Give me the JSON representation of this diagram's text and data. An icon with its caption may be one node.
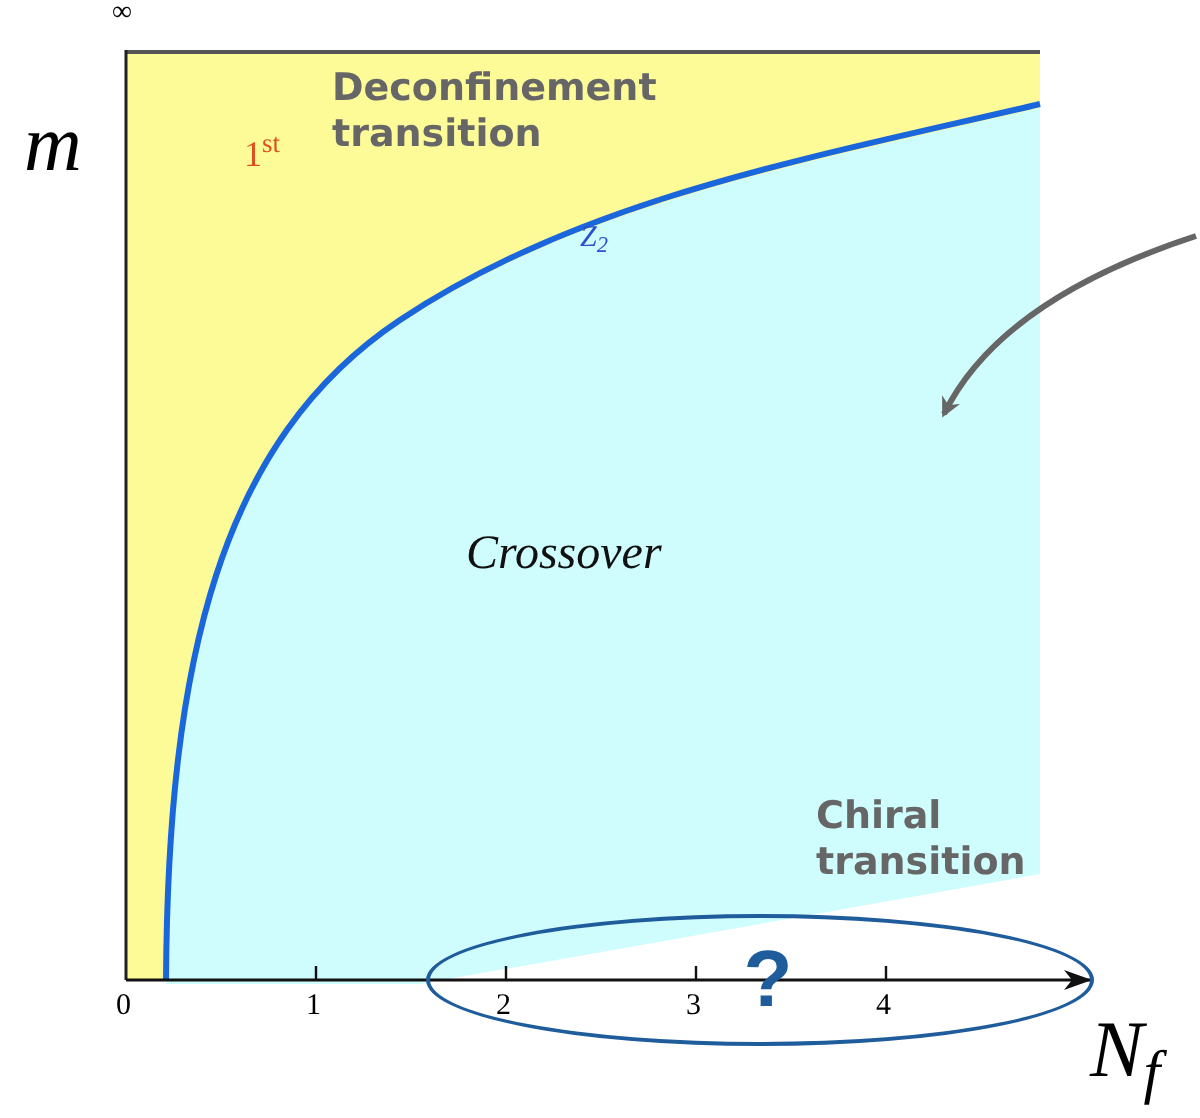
{
  "diagram": {
    "nodes": [
      {
        "text": [
          "Deconfinement transition"
        ]
      },
      {
        "text": [
          "Crossover",
          "Chiral transition"
        ],
        "in": 0
      },
      {
        "text": [
          "?"
        ]
      }
    ],
    "edges": [
      {
        "from": null,
        "to": 1,
        "arrow": "to"
      }
    ],
    "labels": [
      "∞",
      "m",
      "1$^{st}$",
      "Z$_{2}$",
      "0",
      "1",
      "2",
      "3",
      "4",
      "N$_{f}$"
    ]
  }
}
